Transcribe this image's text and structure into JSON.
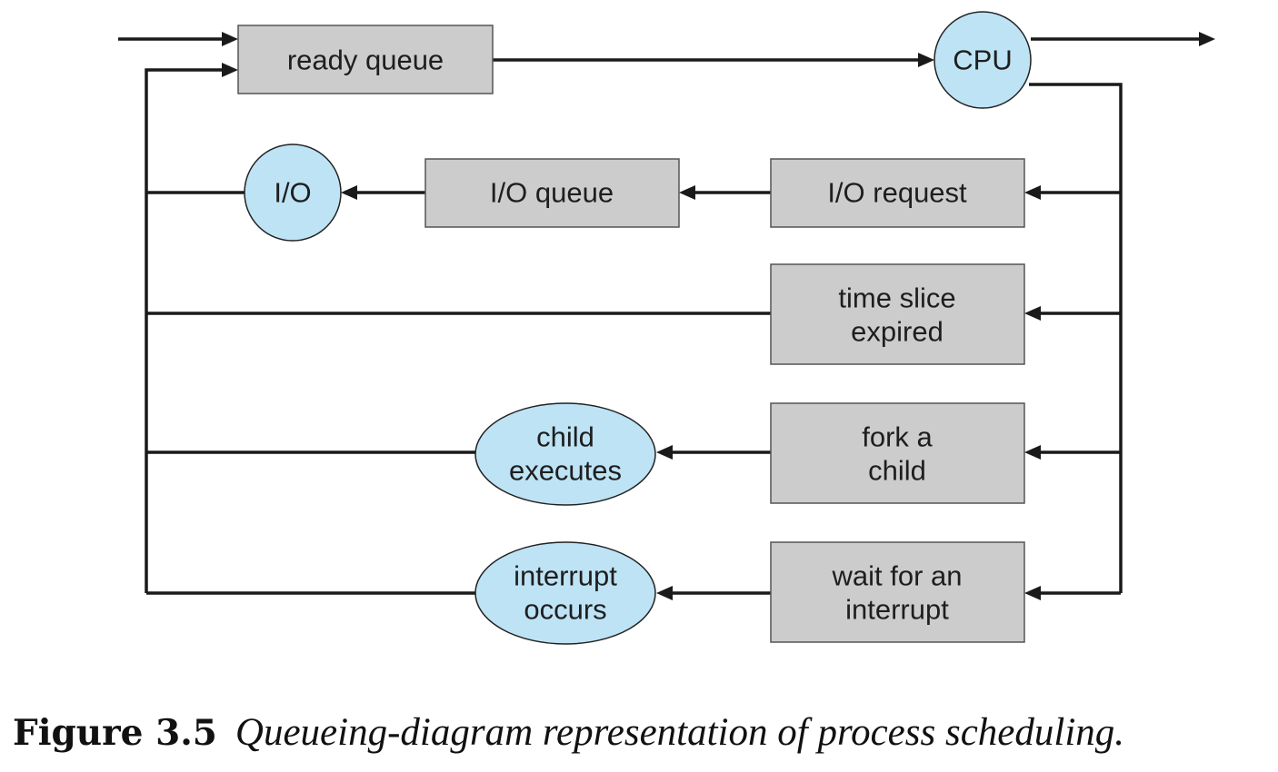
{
  "diagram": {
    "nodes": {
      "ready_queue": {
        "label": "ready queue",
        "kind": "queue"
      },
      "cpu": {
        "label": "CPU",
        "kind": "device"
      },
      "io_request": {
        "label": "I/O request",
        "kind": "event"
      },
      "io_queue": {
        "label": "I/O queue",
        "kind": "queue"
      },
      "io": {
        "label": "I/O",
        "kind": "device"
      },
      "time_slice": {
        "lines": [
          "time slice",
          "expired"
        ],
        "kind": "event"
      },
      "fork_child": {
        "lines": [
          "fork a",
          "child"
        ],
        "kind": "event"
      },
      "child_executes": {
        "lines": [
          "child",
          "executes"
        ],
        "kind": "activity"
      },
      "wait_interrupt": {
        "lines": [
          "wait for an",
          "interrupt"
        ],
        "kind": "event"
      },
      "interrupt_occurs": {
        "lines": [
          "interrupt",
          "occurs"
        ],
        "kind": "activity"
      }
    },
    "edges": [
      {
        "from": "entry",
        "to": "ready_queue"
      },
      {
        "from": "ready_queue",
        "to": "cpu"
      },
      {
        "from": "cpu",
        "to": "exit"
      },
      {
        "from": "cpu",
        "to": "io_request"
      },
      {
        "from": "cpu",
        "to": "time_slice"
      },
      {
        "from": "cpu",
        "to": "fork_child"
      },
      {
        "from": "cpu",
        "to": "wait_interrupt"
      },
      {
        "from": "io_request",
        "to": "io_queue"
      },
      {
        "from": "io_queue",
        "to": "io"
      },
      {
        "from": "fork_child",
        "to": "child_executes"
      },
      {
        "from": "wait_interrupt",
        "to": "interrupt_occurs"
      },
      {
        "from": "io",
        "to": "ready_queue"
      },
      {
        "from": "time_slice",
        "to": "ready_queue"
      },
      {
        "from": "child_executes",
        "to": "ready_queue"
      },
      {
        "from": "interrupt_occurs",
        "to": "ready_queue"
      }
    ],
    "colors": {
      "queue_fill": "#cccccc",
      "device_fill": "#bde3f5",
      "line": "#1a1a1a",
      "text": "#1e1e1e"
    }
  },
  "caption": {
    "number": "Figure 3.5",
    "text": "Queueing-diagram representation of process scheduling."
  }
}
